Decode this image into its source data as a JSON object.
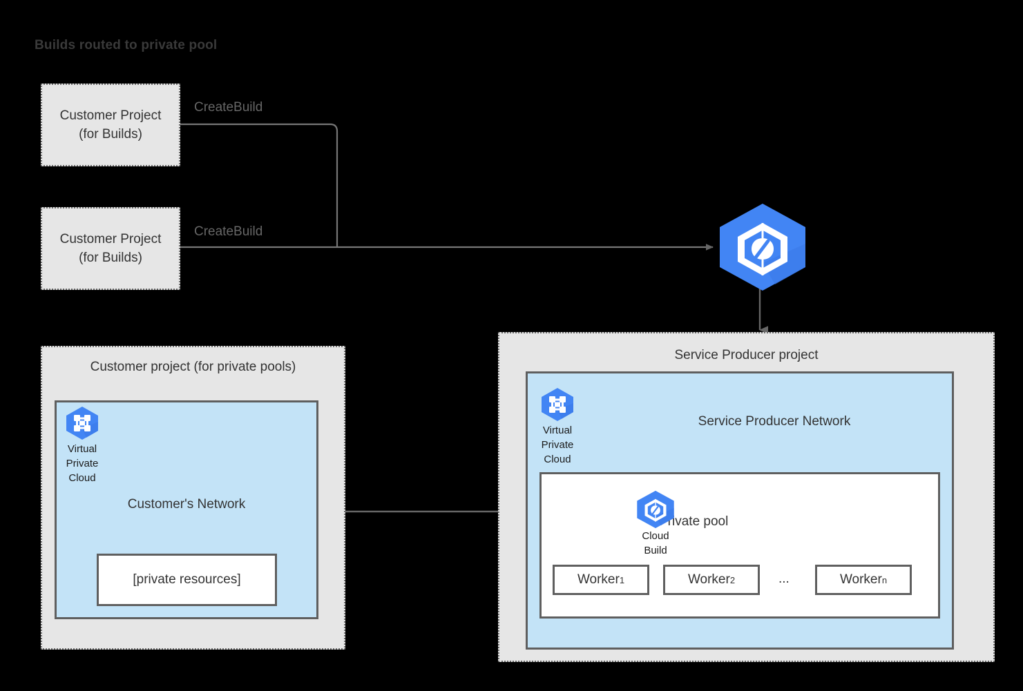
{
  "title": "Builds routed to private pool",
  "colors": {
    "background": "#000000",
    "panel_fill": "#e6e6e6",
    "panel_border": "#6b6b6b",
    "network_fill": "#c3e3f7",
    "box_border": "#5f5f5f",
    "connector": "#777777",
    "arrow": "#666666",
    "gcp_blue": "#4285f4",
    "gcp_blue_dark": "#3b78e7",
    "text_dark": "#333333",
    "text_muted": "#666666"
  },
  "customer_build_projects": [
    {
      "line1": "Customer Project",
      "line2": "(for Builds)",
      "edge_label": "CreateBuild"
    },
    {
      "line1": "Customer Project",
      "line2": "(for Builds)",
      "edge_label": "CreateBuild"
    }
  ],
  "cloud_build_service": {
    "icon": "cloud-build-icon",
    "label": ""
  },
  "customer_pool_panel": {
    "title": "Customer project (for private pools)",
    "network_title": "Customer's Network",
    "vpc_icon": {
      "icon": "virtual-private-cloud-icon",
      "caption_lines": [
        "Virtual",
        "Private",
        "Cloud"
      ]
    },
    "private_resources": "[private resources]"
  },
  "service_producer_panel": {
    "title": "Service Producer project",
    "network_title": "Service Producer Network",
    "vpc_icon": {
      "icon": "virtual-private-cloud-icon",
      "caption_lines": [
        "Virtual",
        "Private",
        "Cloud"
      ]
    },
    "private_pool": {
      "title": "Private pool",
      "cloud_build_icon": {
        "icon": "cloud-build-icon",
        "caption_lines": [
          "Cloud",
          "Build"
        ]
      },
      "workers": [
        {
          "name": "Worker",
          "subscript": "1"
        },
        {
          "name": "Worker",
          "subscript": "2"
        },
        {
          "name": "Worker",
          "subscript": "n"
        }
      ],
      "workers_ellipsis": "..."
    }
  },
  "connectors": {
    "peering_label": "",
    "build_to_producer_label": ""
  }
}
